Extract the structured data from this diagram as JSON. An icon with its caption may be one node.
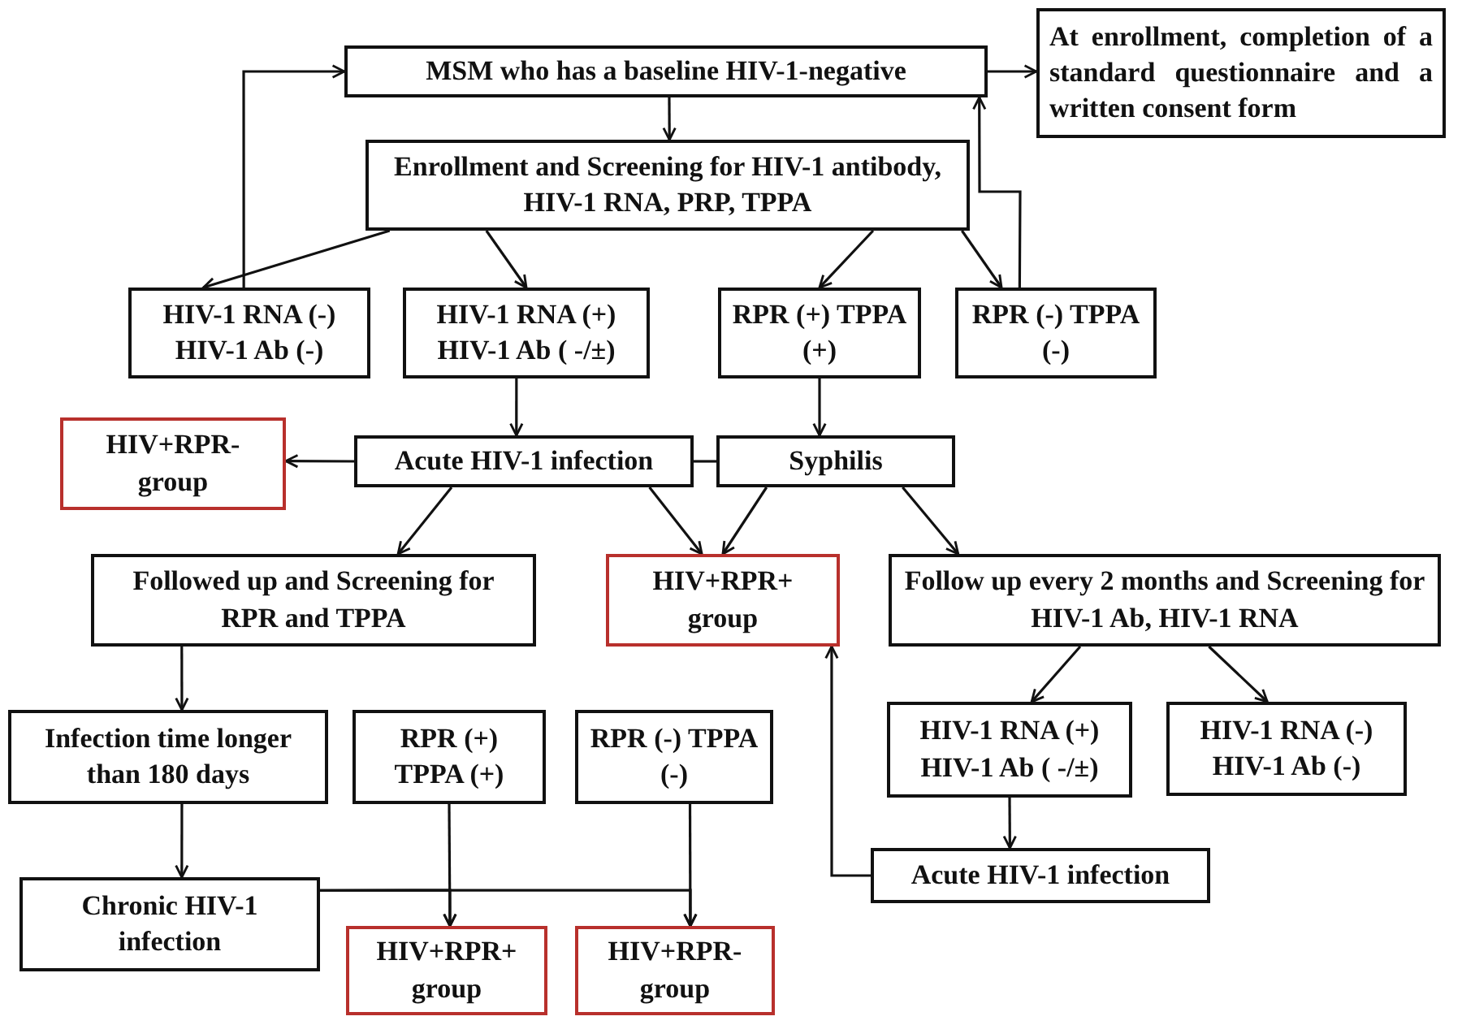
{
  "diagram": {
    "nodes": [
      {
        "text": [
          "MSM who has a baseline HIV-1-negative"
        ]
      },
      {
        "text": [
          "At enrollment, completion of a standard questionnaire and a written consent form"
        ]
      },
      {
        "text": [
          "Enrollment and Screening for HIV-1 antibody, HIV-1 RNA, PRP, TPPA"
        ]
      },
      {
        "text": [
          "HIV-1 RNA (-) HIV-1 Ab (-)"
        ]
      },
      {
        "text": [
          "HIV-1 RNA (+) HIV-1 Ab ( -/±)"
        ]
      },
      {
        "text": [
          "RPR (+) TPPA (+)"
        ]
      },
      {
        "text": [
          "RPR (-) TPPA (-)"
        ]
      },
      {
        "text": [
          "HIV+RPR- group"
        ]
      },
      {
        "text": [
          "Acute HIV-1 infection"
        ]
      },
      {
        "text": [
          "Syphilis"
        ]
      },
      {
        "text": [
          "Followed up and Screening for RPR and TPPA"
        ]
      },
      {
        "text": [
          "HIV+RPR+ group"
        ]
      },
      {
        "text": [
          "Follow up every 2 months and Screening for HIV-1 Ab, HIV-1 RNA"
        ]
      },
      {
        "text": [
          "Infection time longer than 180 days"
        ]
      },
      {
        "text": [
          "RPR (+) TPPA (+)"
        ]
      },
      {
        "text": [
          "RPR (-) TPPA (-)"
        ]
      },
      {
        "text": [
          "HIV-1 RNA (+) HIV-1 Ab ( -/±)"
        ]
      },
      {
        "text": [
          "HIV-1 RNA (-) HIV-1 Ab (-)"
        ]
      },
      {
        "text": [
          "Chronic HIV-1 infection"
        ]
      },
      {
        "text": [
          "HIV+RPR+ group"
        ]
      },
      {
        "text": [
          "HIV+RPR- group"
        ]
      },
      {
        "text": [
          "Acute HIV-1 infection"
        ]
      }
    ],
    "edges": [
      {
        "from": 3,
        "to": 0,
        "arrow": "to"
      },
      {
        "from": 0,
        "to": 1,
        "arrow": "to"
      },
      {
        "from": 0,
        "to": 2,
        "arrow": "to"
      },
      {
        "from": 2,
        "to": 3,
        "arrow": "to"
      },
      {
        "from": 2,
        "to": 4,
        "arrow": "to"
      },
      {
        "from": 2,
        "to": 5,
        "arrow": "to"
      },
      {
        "from": 2,
        "to": 6,
        "arrow": "to"
      },
      {
        "from": 6,
        "to": 0,
        "arrow": "to"
      },
      {
        "from": 4,
        "to": 8,
        "arrow": "to"
      },
      {
        "from": 5,
        "to": 9,
        "arrow": "to"
      },
      {
        "from": 8,
        "to": 9,
        "arrow": "none"
      },
      {
        "from": 8,
        "to": 7,
        "arrow": "to"
      },
      {
        "from": 8,
        "to": 10,
        "arrow": "to"
      },
      {
        "from": 8,
        "to": 11,
        "arrow": "to"
      },
      {
        "from": 9,
        "to": 11,
        "arrow": "to"
      },
      {
        "from": 9,
        "to": 12,
        "arrow": "to"
      },
      {
        "from": 10,
        "to": 13,
        "arrow": "to"
      },
      {
        "from": 13,
        "to": 18,
        "arrow": "to"
      },
      {
        "from": 12,
        "to": 16,
        "arrow": "to"
      },
      {
        "from": 12,
        "to": 17,
        "arrow": "to"
      },
      {
        "from": 14,
        "to": 19,
        "arrow": "to"
      },
      {
        "from": 15,
        "to": 20,
        "arrow": "to"
      },
      {
        "from": 18,
        "to": 19,
        "arrow": "to"
      },
      {
        "from": 18,
        "to": 20,
        "arrow": "to"
      },
      {
        "from": 16,
        "to": 21,
        "arrow": "to"
      },
      {
        "from": 21,
        "to": 11,
        "arrow": "to"
      }
    ]
  }
}
